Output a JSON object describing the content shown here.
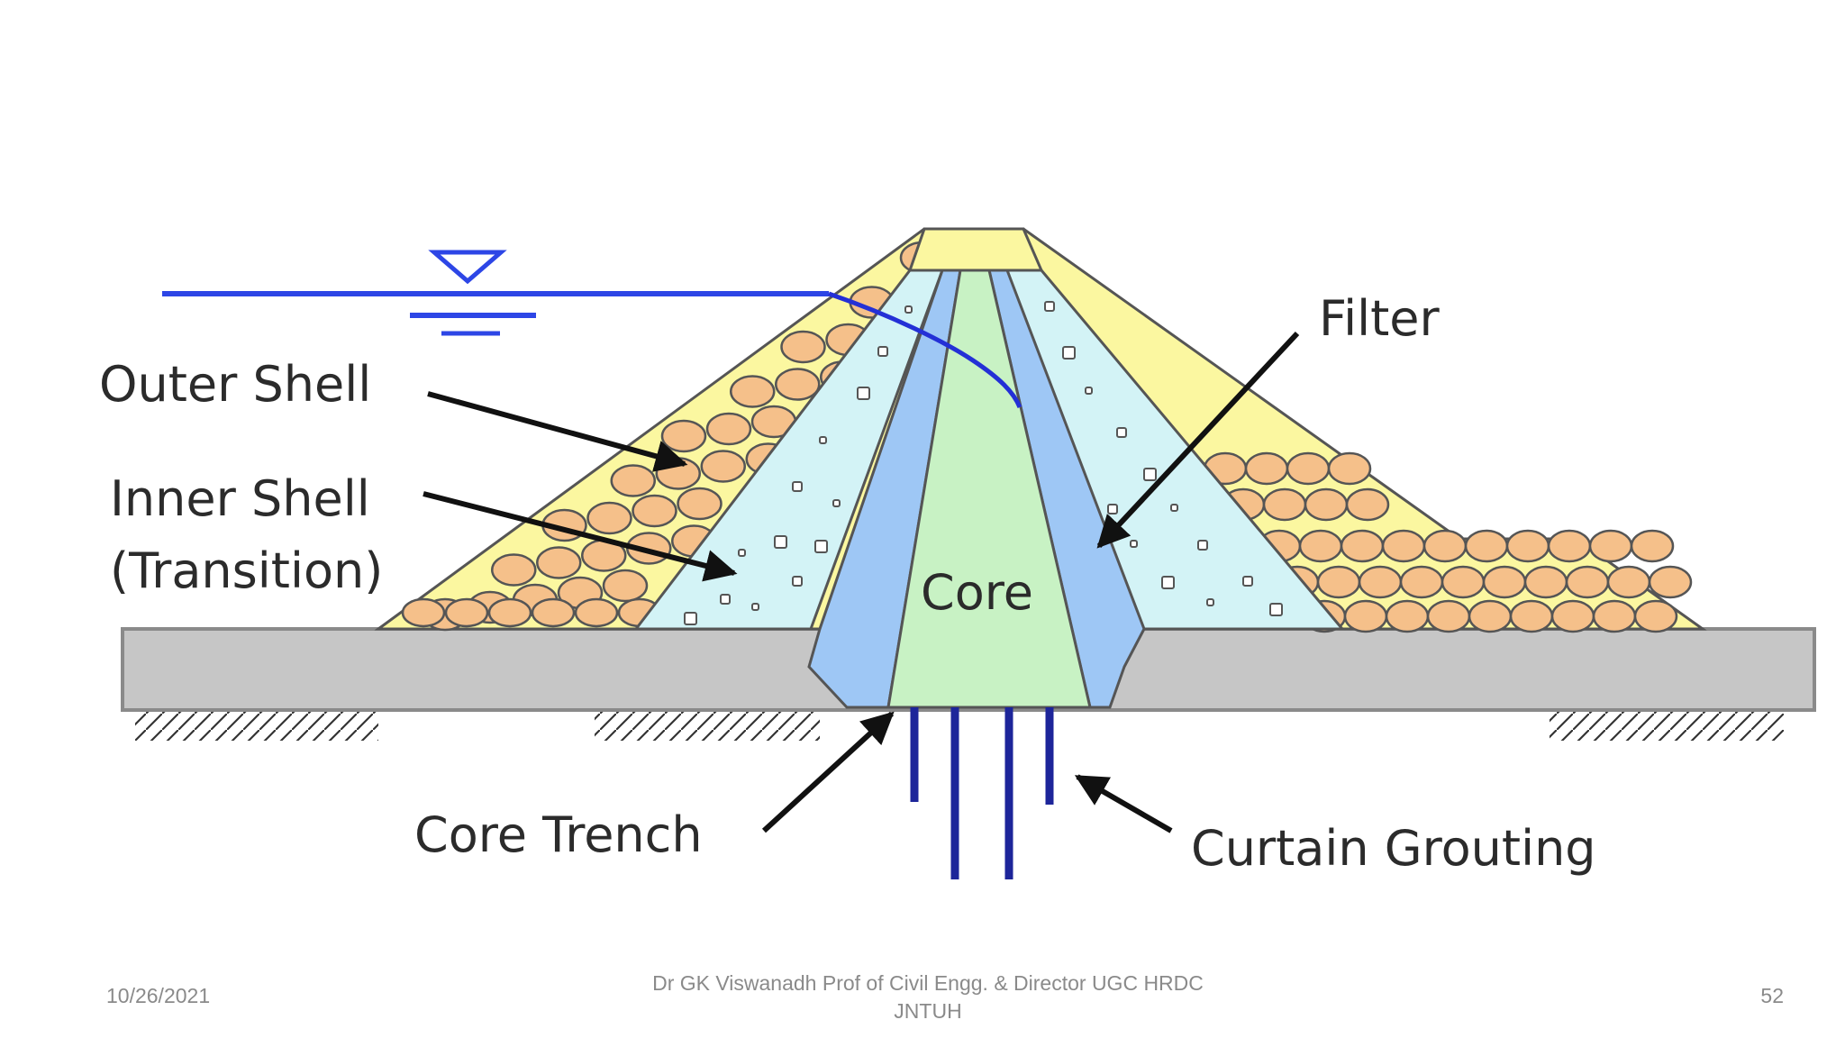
{
  "diagram": {
    "labels": {
      "outer_shell": "Outer Shell",
      "inner_shell_line1": "Inner Shell",
      "inner_shell_line2": "(Transition)",
      "filter": "Filter",
      "core": "Core",
      "core_trench": "Core Trench",
      "curtain_grouting": "Curtain Grouting"
    },
    "colors": {
      "outer_shell": "#fbf7a0",
      "inner_shell": "#d3f3f6",
      "filter": "#9ec7f5",
      "core": "#c8f2c4",
      "foundation": "#c6c6c6",
      "water": "#2d46e6",
      "rock": "#f5c08a",
      "grout": "#1d259a"
    }
  },
  "footer": {
    "date": "10/26/2021",
    "center_line1": "Dr GK Viswanadh Prof of Civil Engg. & Director UGC HRDC",
    "center_line2": "JNTUH",
    "page": "52"
  }
}
